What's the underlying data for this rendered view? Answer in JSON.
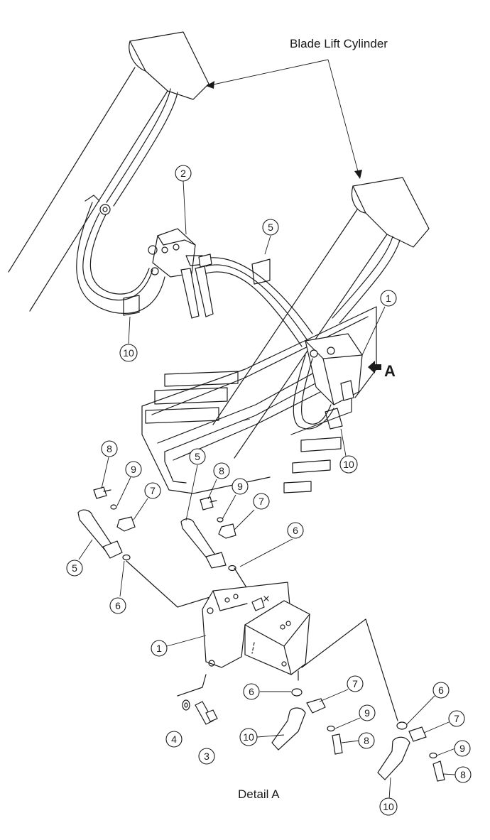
{
  "diagram": {
    "title_label": "Blade Lift Cylinder",
    "detail_caption": "Detail A",
    "view_marker": "A",
    "callouts": [
      "2",
      "5",
      "1",
      "10",
      "10",
      "8",
      "9",
      "7",
      "5",
      "8",
      "9",
      "7",
      "5",
      "6",
      "6",
      "1",
      "6",
      "7",
      "9",
      "10",
      "8",
      "4",
      "3",
      "6",
      "7",
      "9",
      "8",
      "10"
    ]
  }
}
